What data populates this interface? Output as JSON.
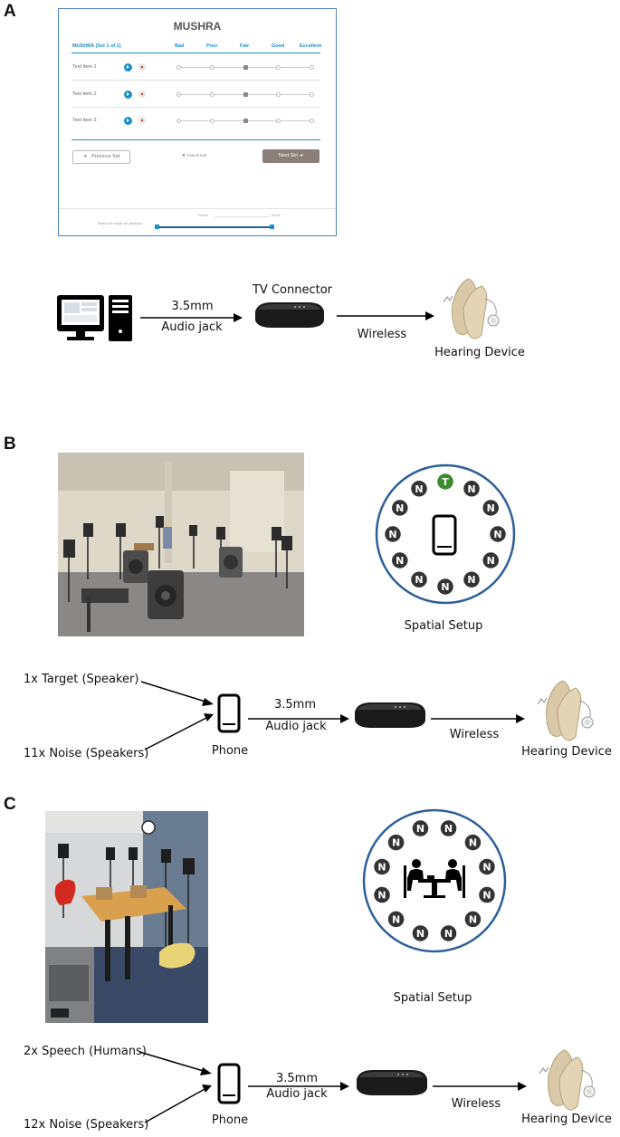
{
  "panels": {
    "a": "A",
    "b": "B",
    "c": "C"
  },
  "mushra": {
    "title": "MUSHRA",
    "set_label": "MUSHRA (Set 1 of 1)",
    "scale": [
      "Bad",
      "Poor",
      "Fair",
      "Good",
      "Excellent"
    ],
    "items": [
      "Test item 1",
      "Test item 2",
      "Test item 3"
    ],
    "ratings": [
      0.5,
      0.5,
      0.5
    ],
    "previous_label": "Previous Set",
    "cancel_label": "Cancel test",
    "next_label": "Next Set",
    "pause_label": "Pause",
    "time_label": "00:00",
    "range_label": "Select the range for playback"
  },
  "flow_a": {
    "link_1_top": "3.5mm",
    "link_1_bottom": "Audio jack",
    "tv_connector": "TV Connector",
    "link_2": "Wireless",
    "hearing_device": "Hearing Device"
  },
  "flow_b": {
    "target": "1x Target (Speaker)",
    "noise": "11x Noise (Speakers)",
    "phone": "Phone",
    "link_1_top": "3.5mm",
    "link_1_bottom": "Audio jack",
    "link_2": "Wireless",
    "hearing_device": "Hearing Device",
    "spatial_setup": "Spatial Setup",
    "target_badge": "T",
    "noise_badge": "N"
  },
  "flow_c": {
    "speech": "2x Speech (Humans)",
    "noise": "12x Noise (Speakers)",
    "phone": "Phone",
    "link_1_top": "3.5mm",
    "link_1_bottom": "Audio jack",
    "link_2": "Wireless",
    "hearing_device": "Hearing Device",
    "spatial_setup": "Spatial Setup",
    "noise_badge": "N"
  },
  "colors": {
    "accent": "#1c8fc6",
    "target_green": "#3c8a2e",
    "ring_blue": "#2d5f9a",
    "badge_dark": "#333333"
  }
}
